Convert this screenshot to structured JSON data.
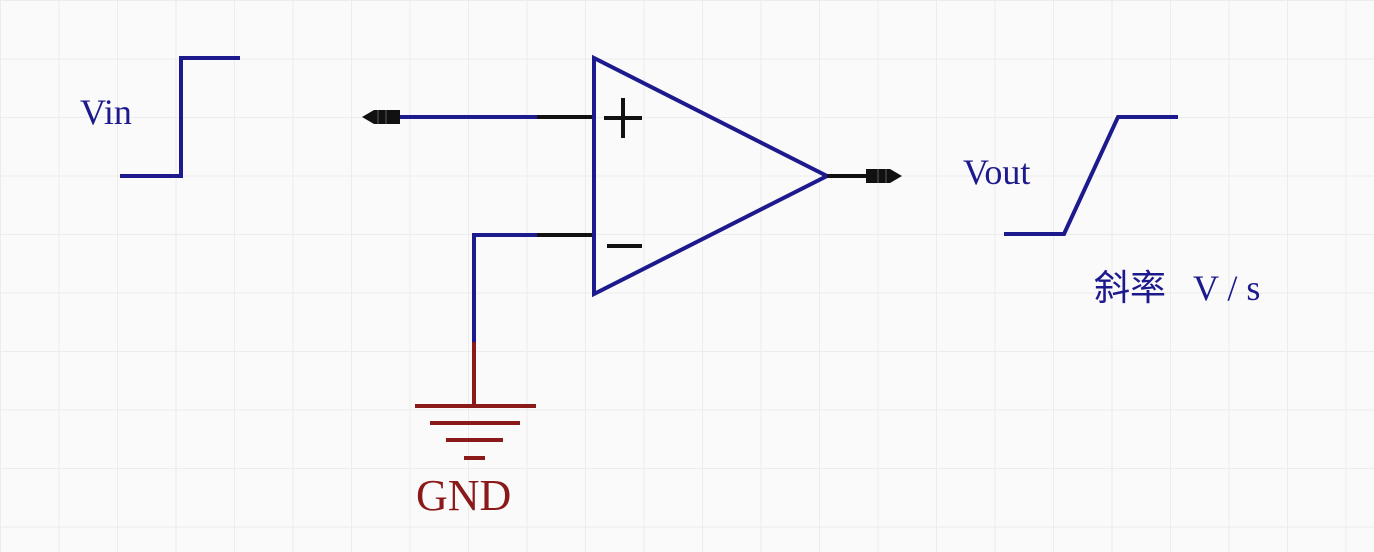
{
  "labels": {
    "vin": "Vin",
    "vout": "Vout",
    "slew": "斜率   V / s",
    "gnd": "GND"
  },
  "colors": {
    "wire": "#1c1a8c",
    "pin": "#111111",
    "ground": "#8a1a1a",
    "label": "#1c1a8c",
    "grid": "#ececec",
    "background": "#fbfafa"
  }
}
